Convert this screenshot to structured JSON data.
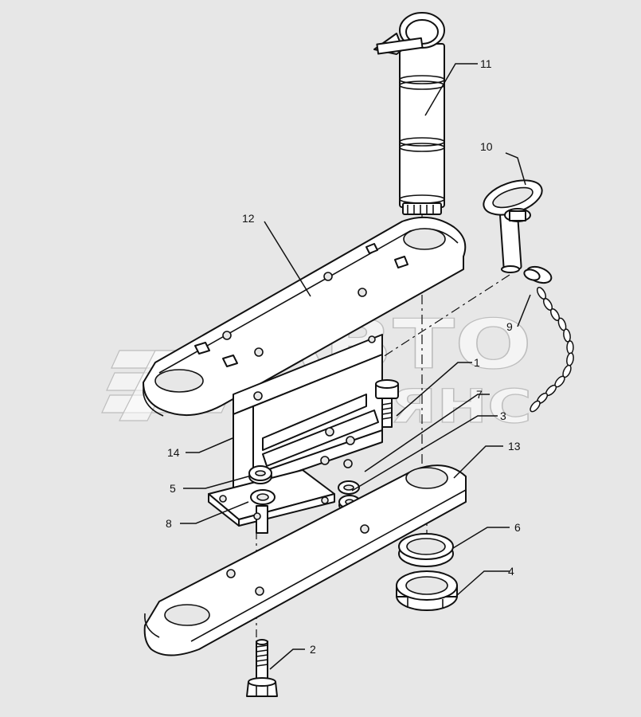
{
  "watermark": {
    "line1": "АВТО",
    "line2": "АЛЬЯНС"
  },
  "callouts": {
    "c1": "1",
    "c2": "2",
    "c3": "3",
    "c4": "4",
    "c5": "5",
    "c6": "6",
    "c7": "7",
    "c8": "8",
    "c9": "9",
    "c10": "10",
    "c11": "11",
    "c12": "12",
    "c13": "13",
    "c14": "14"
  }
}
